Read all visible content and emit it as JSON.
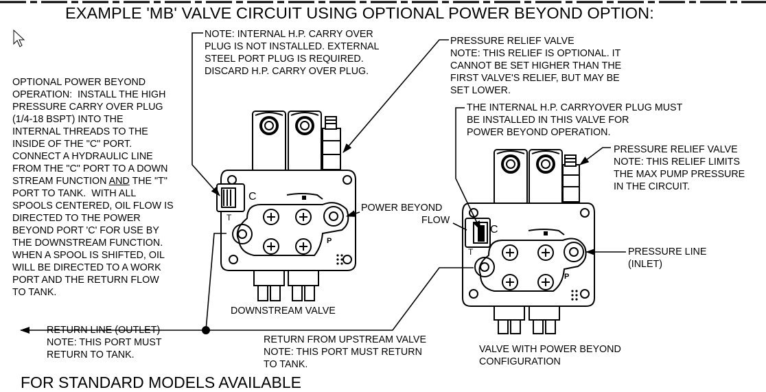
{
  "title": "EXAMPLE 'MB' VALVE CIRCUIT USING OPTIONAL POWER BEYOND OPTION:",
  "footer_partial": "FOR STANDARD MODELS AVAILABLE",
  "labels": {
    "optional_pb": {
      "l1": "OPTIONAL POWER BEYOND",
      "l2": "OPERATION:  INSTALL THE HIGH",
      "l3": "PRESSURE CARRY OVER PLUG",
      "l4": "(1/4-18 BSPT) INTO THE",
      "l5": "INTERNAL THREADS TO THE",
      "l6": "INSIDE OF THE \"C\" PORT.",
      "l7": "CONNECT A HYDRAULIC LINE",
      "l8": "FROM THE \"C\" PORT TO A DOWN",
      "l9a": "STREAM FUNCTION ",
      "l9b": "AND",
      "l9c": " THE \"T\"",
      "l10": "PORT TO TANK.  WITH ALL",
      "l11": "SPOOLS CENTERED, OIL FLOW IS",
      "l12": "DIRECTED TO THE POWER",
      "l13": "BEYOND PORT 'C' FOR USE BY",
      "l14": "THE DOWNSTREAM FUNCTION.",
      "l15": "WHEN A SPOOL IS SHIFTED, OIL",
      "l16": "WILL BE DIRECTED TO A WORK",
      "l17": "PORT AND THE RETURN FLOW",
      "l18": "TO TANK."
    },
    "hp_note": {
      "l1": "NOTE: INTERNAL H.P. CARRY OVER",
      "l2": "PLUG IS NOT INSTALLED. EXTERNAL",
      "l3": "STEEL PORT PLUG IS REQUIRED.",
      "l4": "DISCARD H.P. CARRY OVER PLUG."
    },
    "relief1": {
      "l1": "PRESSURE RELIEF VALVE",
      "l2": "NOTE: THIS RELIEF IS OPTIONAL. IT",
      "l3": "CANNOT BE SET HIGHER THAN THE",
      "l4": "FIRST VALVE'S RELIEF, BUT MAY BE",
      "l5": "SET LOWER."
    },
    "internal_plug": {
      "l1": "THE INTERNAL H.P. CARRYOVER PLUG MUST",
      "l2": "BE INSTALLED IN THIS VALVE FOR",
      "l3": "POWER BEYOND OPERATION."
    },
    "relief2": {
      "l1": "PRESSURE RELIEF VALVE",
      "l2": "NOTE: THIS RELIEF LIMITS",
      "l3": "THE MAX PUMP PRESSURE",
      "l4": "IN THE CIRCUIT."
    },
    "pb_flow": {
      "l1": "POWER BEYOND",
      "l2": "FLOW"
    },
    "pressure_line": {
      "l1": "PRESSURE LINE",
      "l2": "(INLET)"
    },
    "downstream": "DOWNSTREAM VALVE",
    "return_outlet": {
      "l1": "RETURN LINE (OUTLET)",
      "l2": "NOTE: THIS PORT MUST",
      "l3": "RETURN TO TANK."
    },
    "return_upstream": {
      "l1": "RETURN FROM UPSTREAM VALVE",
      "l2": "NOTE: THIS PORT MUST RETURN",
      "l3": "TO TANK."
    },
    "pb_config": {
      "l1": "VALVE WITH POWER BEYOND",
      "l2": "CONFIGURATION"
    },
    "port_c": "C",
    "port_t": "T",
    "port_p": "P"
  }
}
